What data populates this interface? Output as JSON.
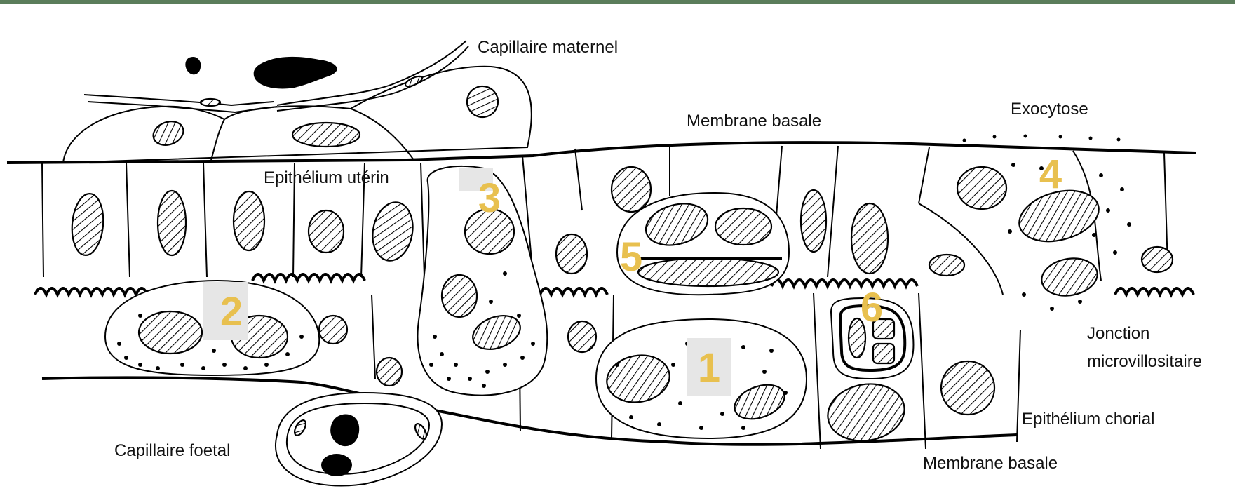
{
  "colors": {
    "top_bar": "#5b7d5b",
    "number_color": "#e8c04f"
  },
  "labels": {
    "capillaire_maternel": "Capillaire maternel",
    "membrane_basale_top": "Membrane basale",
    "exocytose": "Exocytose",
    "epithelium_uterin": "Epithélium utérin",
    "jonction_line1": "Jonction",
    "jonction_line2": "microvillositaire",
    "epithelium_chorial": "Epithélium chorial",
    "capillaire_foetal": "Capillaire foetal",
    "membrane_basale_bottom": "Membrane basale"
  },
  "numbers": [
    "1",
    "2",
    "3",
    "4",
    "5",
    "6"
  ]
}
